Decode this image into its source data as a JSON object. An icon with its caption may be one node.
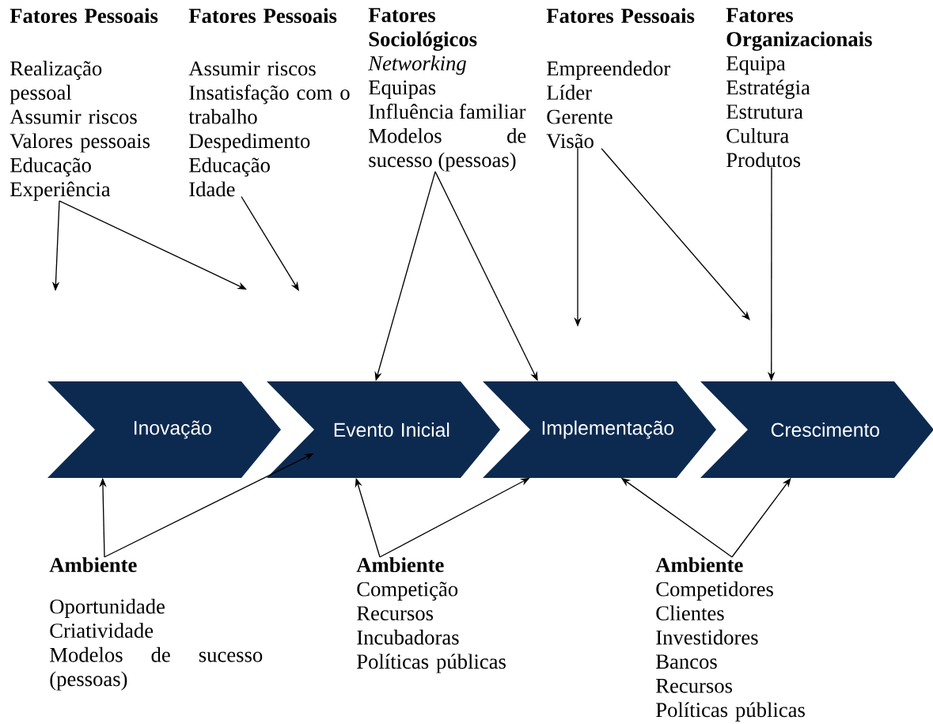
{
  "diagram": {
    "nodes": [
      {
        "text": [
          "Fatores Pessoais",
          "Realização pessoal",
          "Assumir riscos",
          "Valores pessoais",
          "Educação",
          "Experiência"
        ]
      },
      {
        "text": [
          "Fatores Pessoais",
          "Assumir riscos",
          "Insatisfação com o trabalho",
          "Despedimento",
          "Educação",
          "Idade"
        ]
      },
      {
        "text": [
          "Fatores Sociológicos",
          "Networking",
          "Equipas",
          "Influência familiar",
          "Modelos de sucesso (pessoas)"
        ]
      },
      {
        "text": [
          "Fatores Pessoais",
          "Empreendedor",
          "Líder",
          "Gerente",
          "Visão"
        ]
      },
      {
        "text": [
          "Fatores Organizacionais",
          "Equipa",
          "Estratégia",
          "Estrutura",
          "Cultura",
          "Produtos"
        ]
      },
      {
        "text": [
          "Inovação"
        ]
      },
      {
        "text": [
          "Evento Inicial"
        ]
      },
      {
        "text": [
          "Implementação"
        ]
      },
      {
        "text": [
          "Crescimento"
        ]
      },
      {
        "text": [
          "Ambiente",
          "Oportunidade",
          "Criatividade",
          "Modelos de sucesso (pessoas)"
        ]
      },
      {
        "text": [
          "Ambiente",
          "Competição",
          "Recursos",
          "Incubadoras",
          "Políticas públicas"
        ]
      },
      {
        "text": [
          "Ambiente",
          "Competidores",
          "Clientes",
          "Investidores",
          "Bancos",
          "Recursos",
          "Políticas públicas"
        ]
      }
    ],
    "edges": [
      {
        "from": 0,
        "to": null,
        "arrow": "to"
      },
      {
        "from": 0,
        "to": null,
        "arrow": "to"
      },
      {
        "from": 1,
        "to": null,
        "arrow": "to"
      },
      {
        "from": 2,
        "to": 6,
        "arrow": "to"
      },
      {
        "from": 2,
        "to": 7,
        "arrow": "to"
      },
      {
        "from": 3,
        "to": null,
        "arrow": "to"
      },
      {
        "from": 3,
        "to": null,
        "arrow": "to"
      },
      {
        "from": 4,
        "to": 8,
        "arrow": "to"
      },
      {
        "from": 9,
        "to": 5,
        "arrow": "to"
      },
      {
        "from": 9,
        "to": 6,
        "arrow": "to"
      },
      {
        "from": 10,
        "to": 6,
        "arrow": "to"
      },
      {
        "from": 10,
        "to": 7,
        "arrow": "to"
      },
      {
        "from": 11,
        "to": 7,
        "arrow": "to"
      },
      {
        "from": 11,
        "to": 8,
        "arrow": "to"
      }
    ]
  }
}
